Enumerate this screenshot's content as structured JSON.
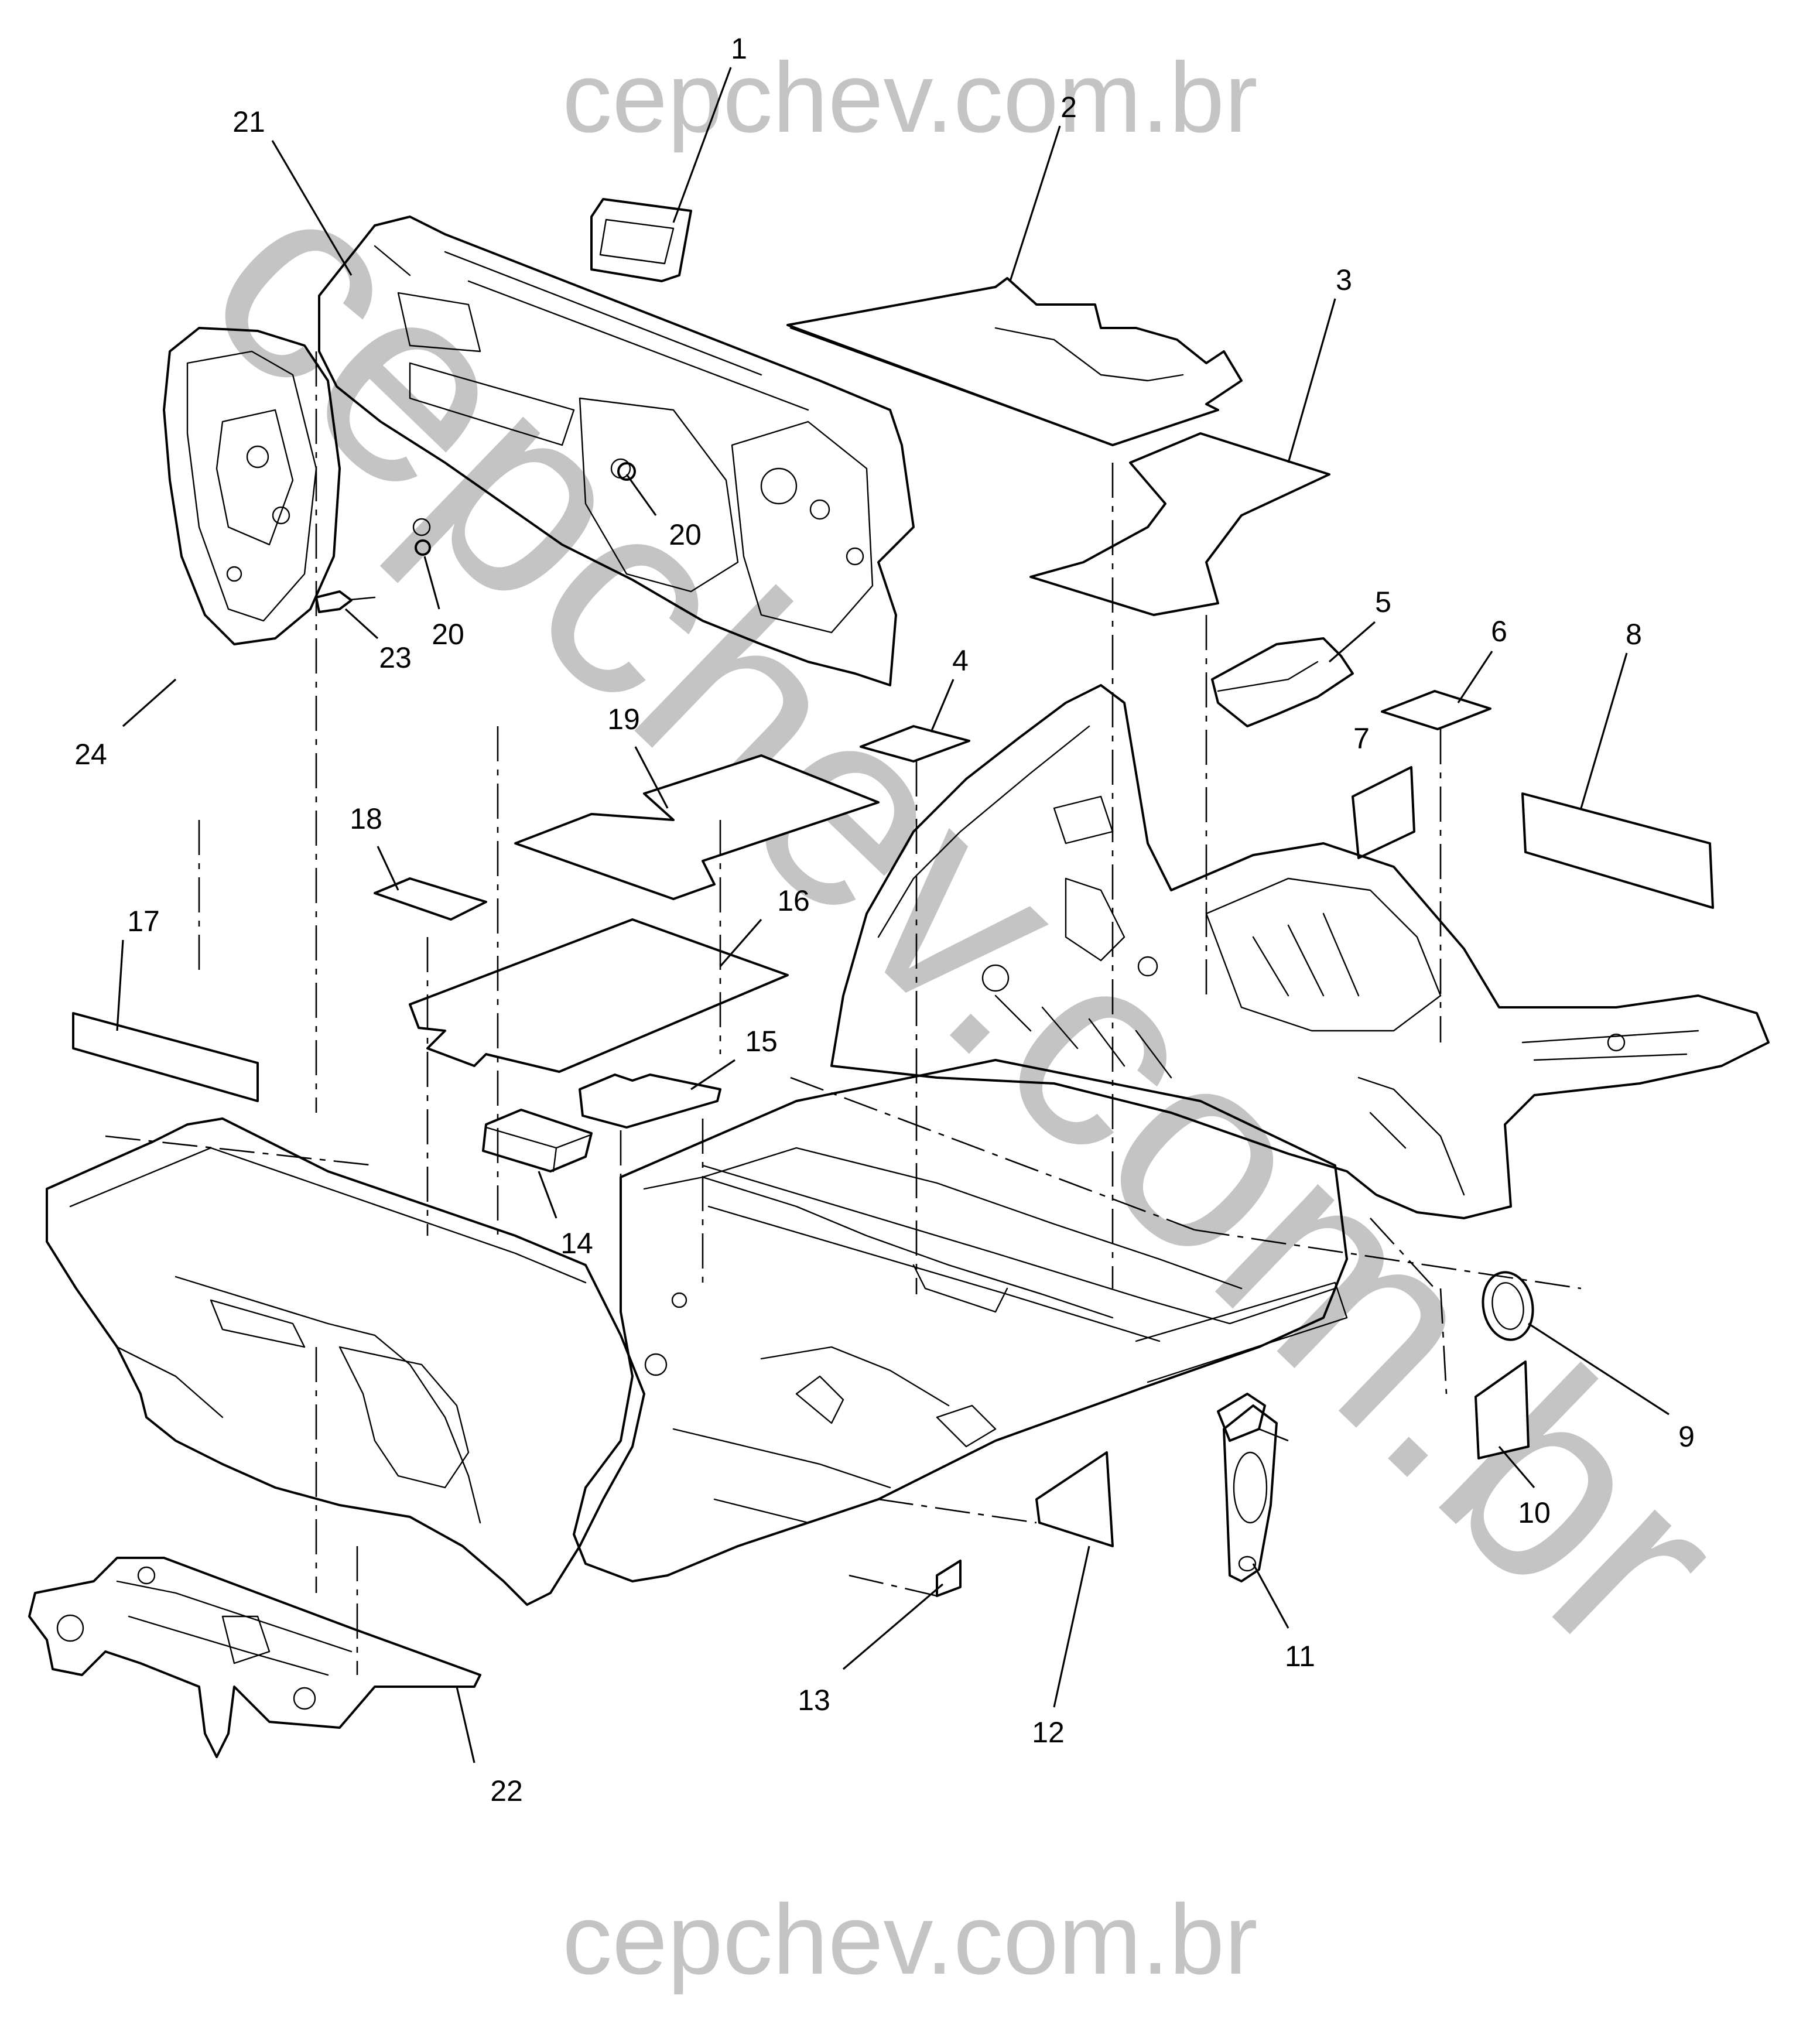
{
  "watermark": {
    "text": "cepchev.com.br",
    "color": "#c4c4c4"
  },
  "callouts": [
    {
      "id": "1",
      "label": "1"
    },
    {
      "id": "2",
      "label": "2"
    },
    {
      "id": "3",
      "label": "3"
    },
    {
      "id": "4",
      "label": "4"
    },
    {
      "id": "5",
      "label": "5"
    },
    {
      "id": "6",
      "label": "6"
    },
    {
      "id": "7",
      "label": "7"
    },
    {
      "id": "8",
      "label": "8"
    },
    {
      "id": "9",
      "label": "9"
    },
    {
      "id": "10",
      "label": "10"
    },
    {
      "id": "11",
      "label": "11"
    },
    {
      "id": "12",
      "label": "12"
    },
    {
      "id": "13",
      "label": "13"
    },
    {
      "id": "14",
      "label": "14"
    },
    {
      "id": "15",
      "label": "15"
    },
    {
      "id": "16",
      "label": "16"
    },
    {
      "id": "17",
      "label": "17"
    },
    {
      "id": "18",
      "label": "18"
    },
    {
      "id": "19",
      "label": "19"
    },
    {
      "id": "20a",
      "label": "20"
    },
    {
      "id": "20b",
      "label": "20"
    },
    {
      "id": "21",
      "label": "21"
    },
    {
      "id": "22",
      "label": "22"
    },
    {
      "id": "23",
      "label": "23"
    },
    {
      "id": "24",
      "label": "24"
    }
  ]
}
